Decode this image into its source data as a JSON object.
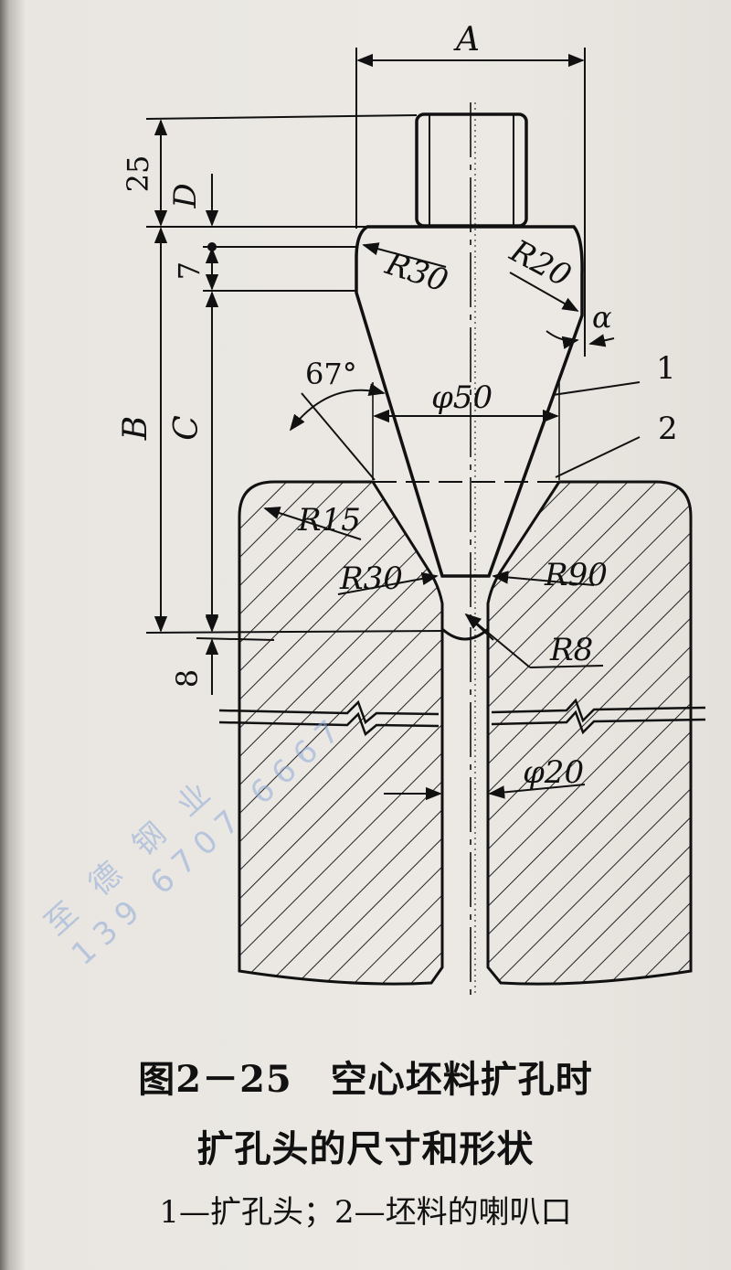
{
  "figure": {
    "caption_number": "图2－25",
    "caption_title": "空心坯料扩孔时",
    "caption_subtitle": "扩孔头的尺寸和形状",
    "legend": "1—扩孔头；2—坯料的喇叭口"
  },
  "watermark": {
    "line1": "至 德 钢 业",
    "line2": "139 6707 6667"
  },
  "labels": {
    "A": "A",
    "B": "B",
    "C": "C",
    "D": "D",
    "dim_25": "25",
    "dim_7": "7",
    "dim_8": "8",
    "R30_top": "R30",
    "R20": "R20",
    "alpha": "α",
    "angle_67": "67°",
    "phi50": "φ50",
    "part_1": "1",
    "part_2": "2",
    "R15": "R15",
    "R30_bottom": "R30",
    "R90": "R90",
    "R8": "R8",
    "phi20": "φ20"
  },
  "colors": {
    "ink": "#111111",
    "paper": "#ece9e4",
    "watermark": "#8caad7"
  }
}
